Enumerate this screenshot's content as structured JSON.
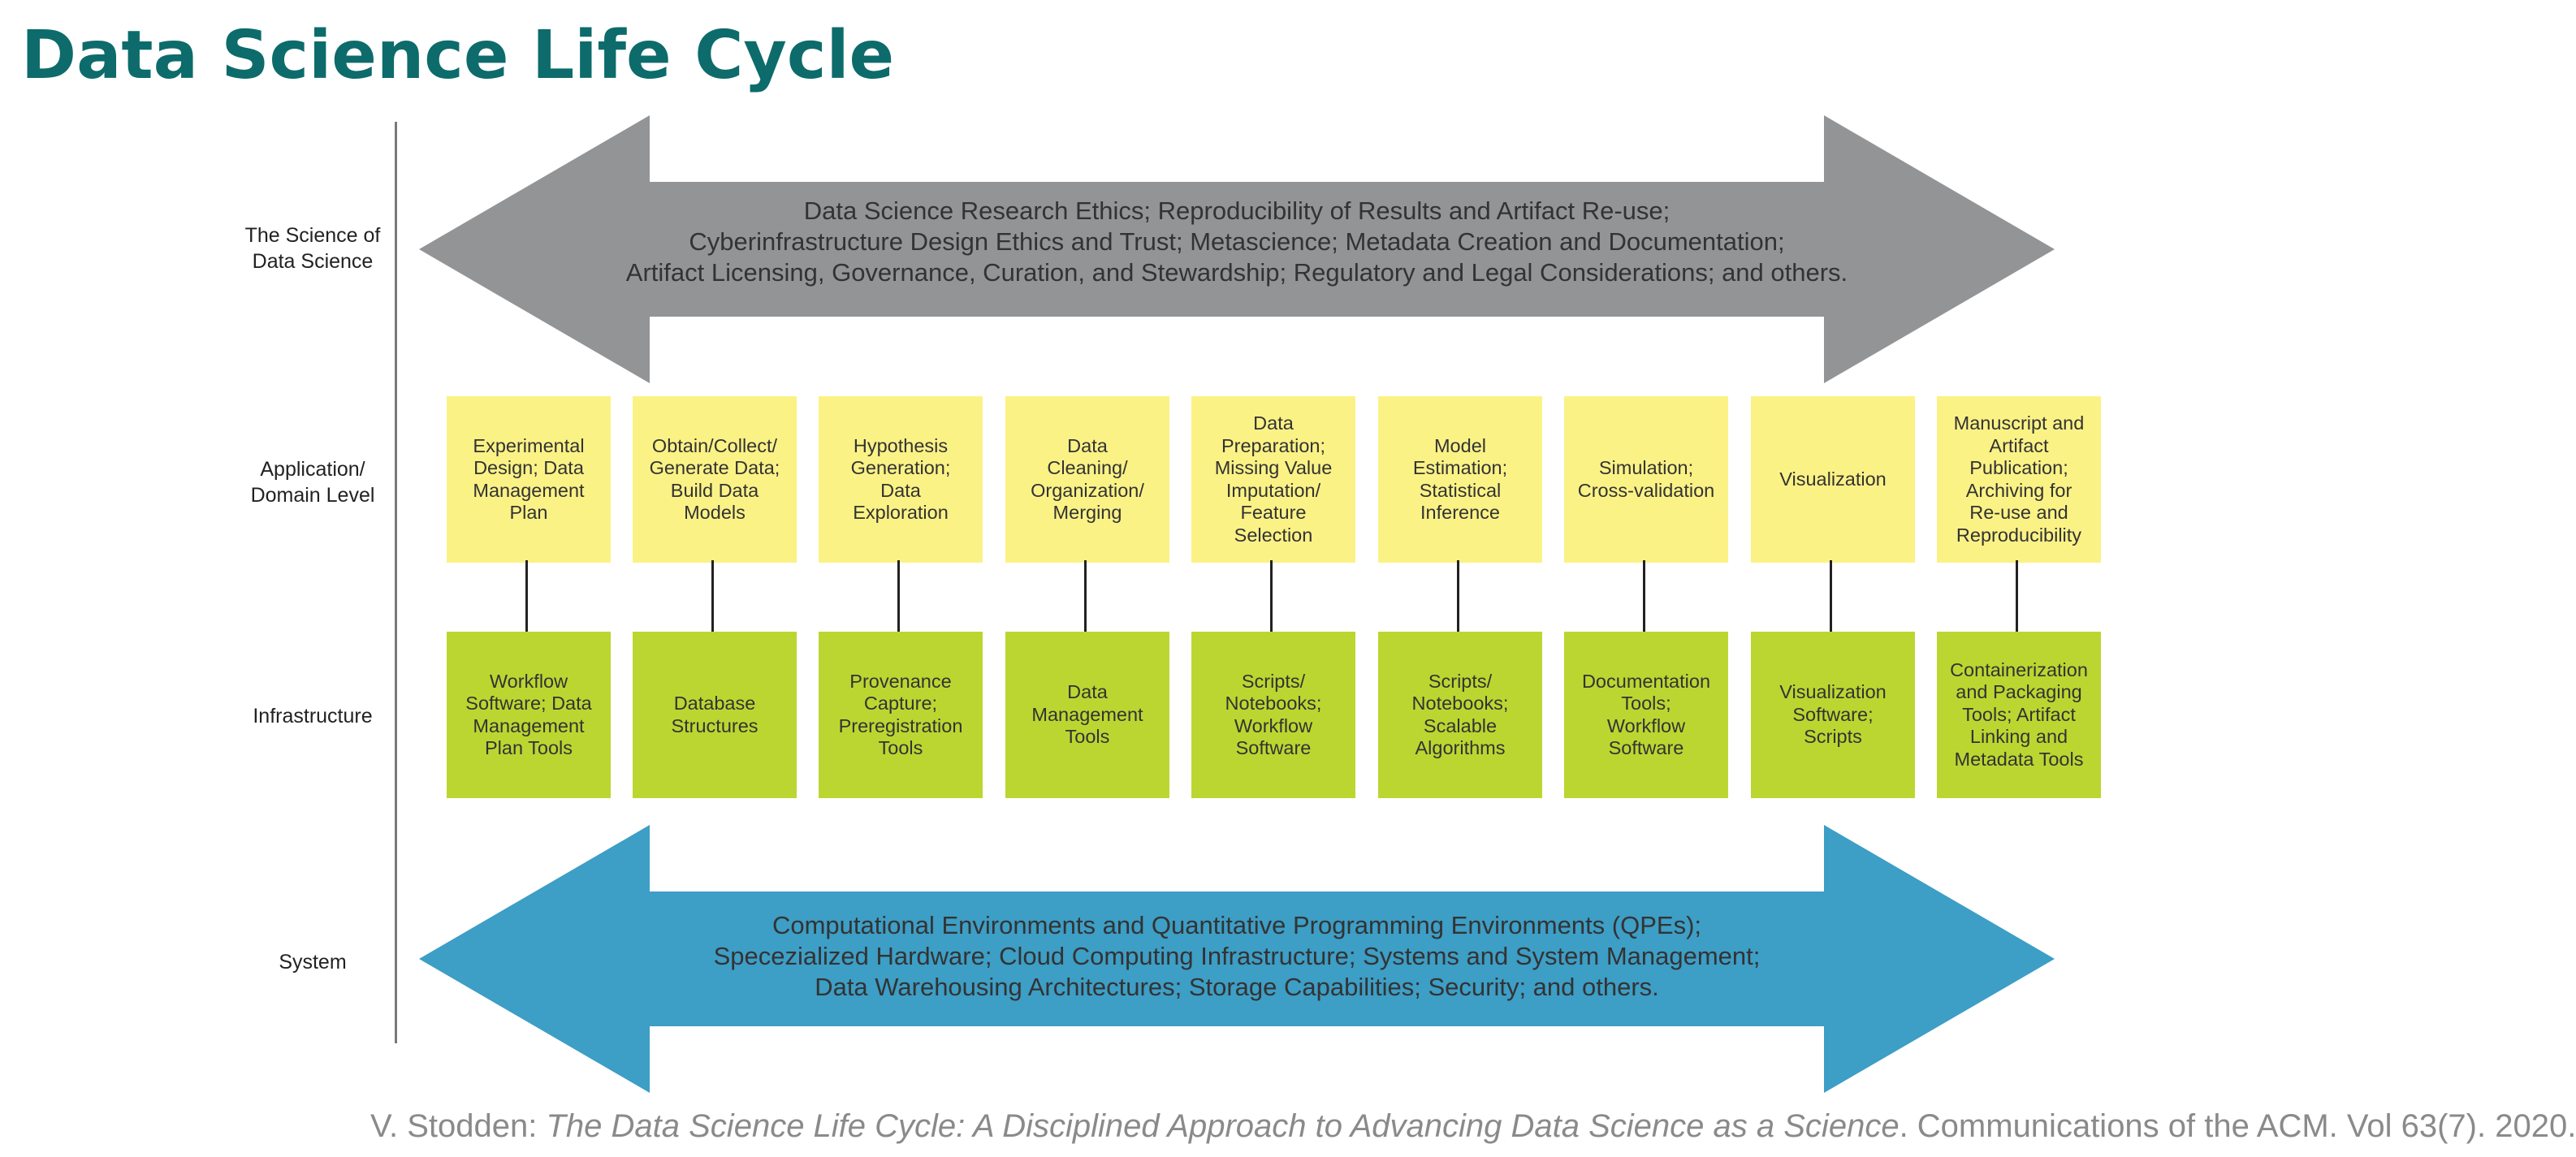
{
  "title": "Data Science Life Cycle",
  "levels": {
    "science": "The Science of\nData Science",
    "application": "Application/\nDomain Level",
    "infrastructure": "Infrastructure",
    "system": "System"
  },
  "top_arrow": {
    "color": "#939496",
    "lines": [
      "Data Science Research Ethics; Reproducibility of Results and Artifact Re-use;",
      "Cyberinfrastructure Design Ethics and Trust; Metascience; Metadata Creation and Documentation;",
      "Artifact Licensing, Governance, Curation, and Stewardship; Regulatory and Legal Considerations; and others."
    ]
  },
  "bottom_arrow": {
    "color": "#3d9ec6",
    "lines": [
      "Computational Environments and Quantitative Programming Environments (QPEs);",
      "Specezialized Hardware; Cloud Computing Infrastructure; Systems and System Management;",
      "Data Warehousing Architectures; Storage Capabilities; Security; and others."
    ]
  },
  "application_boxes": [
    [
      "Experimental",
      "Design; Data",
      "Management",
      "Plan"
    ],
    [
      "Obtain/Collect/",
      "Generate Data;",
      "Build Data",
      "Models"
    ],
    [
      "Hypothesis",
      "Generation;",
      "Data",
      "Exploration"
    ],
    [
      "Data",
      "Cleaning/",
      "Organization/",
      "Merging"
    ],
    [
      "Data",
      "Preparation;",
      "Missing Value",
      "Imputation/",
      "Feature",
      "Selection"
    ],
    [
      "Model",
      "Estimation;",
      "Statistical",
      "Inference"
    ],
    [
      "Simulation;",
      "Cross-validation"
    ],
    [
      "Visualization"
    ],
    [
      "Manuscript and",
      "Artifact",
      "Publication;",
      "Archiving for",
      "Re-use and",
      "Reproducibility"
    ]
  ],
  "infrastructure_boxes": [
    [
      "Workflow",
      "Software; Data",
      "Management",
      "Plan Tools"
    ],
    [
      "Database",
      "Structures"
    ],
    [
      "Provenance",
      "Capture;",
      "Preregistration",
      "Tools"
    ],
    [
      "Data",
      "Management",
      "Tools"
    ],
    [
      "Scripts/",
      "Notebooks;",
      "Workflow",
      "Software"
    ],
    [
      "Scripts/",
      "Notebooks;",
      "Scalable",
      "Algorithms"
    ],
    [
      "Documentation",
      "Tools;",
      "Workflow",
      "Software"
    ],
    [
      "Visualization",
      "Software;",
      "Scripts"
    ],
    [
      "Containerization",
      "and Packaging",
      "Tools; Artifact",
      "Linking and",
      "Metadata Tools"
    ]
  ],
  "colors": {
    "title": "#0d6b6b",
    "application_box": "#fbf286",
    "infrastructure_box": "#bcd631",
    "connector": "#222222"
  },
  "citation": {
    "author": "V. Stodden: ",
    "work": "The Data Science Life Cycle: A Disciplined Approach to Advancing Data Science as a Science",
    "source": ". Communications of the ACM. Vol 63(7). 2020."
  }
}
